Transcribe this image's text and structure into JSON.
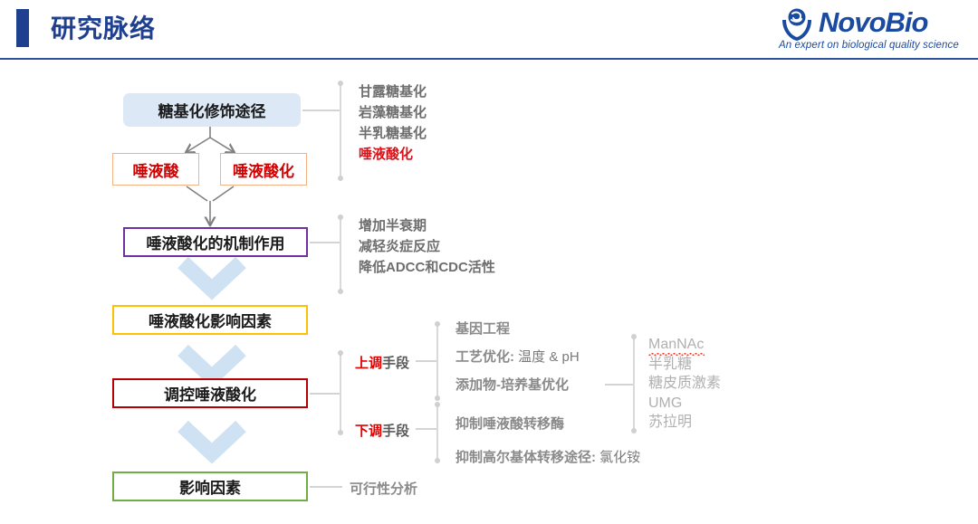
{
  "header": {
    "title": "研究脉络",
    "logo_word": "NovoBio",
    "logo_tagline": "An expert on biological quality science",
    "accent_color": "#1f3f8f"
  },
  "flow": {
    "boxes": [
      {
        "id": "glyco-pathway",
        "label": "糖基化修饰途径",
        "border_color": "none",
        "fill": "#dce8f5",
        "text_color": "#1a1a1a"
      },
      {
        "id": "sialic-acid",
        "label": "唾液酸",
        "border_color": "#f4b183",
        "fill": "#ffffff",
        "text_color": "#d00000"
      },
      {
        "id": "sialylation",
        "label": "唾液酸化",
        "border_color": "#f4b183",
        "fill": "#ffffff",
        "text_color": "#d00000"
      },
      {
        "id": "mechanism",
        "label": "唾液酸化的机制作用",
        "border_color": "#7030a0",
        "fill": "#ffffff",
        "text_color": "#1a1a1a"
      },
      {
        "id": "factors",
        "label": "唾液酸化影响因素",
        "border_color": "#ffc000",
        "fill": "#ffffff",
        "text_color": "#1a1a1a"
      },
      {
        "id": "regulation",
        "label": "调控唾液酸化",
        "border_color": "#b40000",
        "fill": "#ffffff",
        "text_color": "#1a1a1a"
      },
      {
        "id": "influence",
        "label": "影响因素",
        "border_color": "#70ad47",
        "fill": "#ffffff",
        "text_color": "#1a1a1a"
      }
    ]
  },
  "lists": {
    "glyco_types": [
      {
        "text": "甘露糖基化",
        "color": "gray"
      },
      {
        "text": "岩藻糖基化",
        "color": "gray"
      },
      {
        "text": "半乳糖基化",
        "color": "gray"
      },
      {
        "text": "唾液酸化",
        "color": "red"
      }
    ],
    "mechanism_effects": [
      {
        "text": "增加半衰期",
        "color": "gray"
      },
      {
        "text": "减轻炎症反应",
        "color": "gray"
      },
      {
        "text": "降低ADCC和CDC活性",
        "color": "gray"
      }
    ],
    "additives": [
      {
        "text": "ManNAc",
        "spellcheck_underline": true
      },
      {
        "text": "半乳糖",
        "spellcheck_underline": false
      },
      {
        "text": "糖皮质激素",
        "spellcheck_underline": false
      },
      {
        "text": "UMG",
        "spellcheck_underline": false
      },
      {
        "text": "苏拉明",
        "spellcheck_underline": false
      }
    ]
  },
  "branches": {
    "upregulate": {
      "label_highlight": "上调",
      "label_rest": "手段",
      "items": [
        {
          "strong": "基因工程",
          "tail": ""
        },
        {
          "strong": "工艺优化:",
          "tail": " 温度 & pH"
        },
        {
          "strong": "添加物-培养基优化",
          "tail": ""
        }
      ]
    },
    "downregulate": {
      "label_highlight": "下调",
      "label_rest": "手段",
      "items": [
        {
          "strong": "抑制唾液酸转移酶",
          "tail": ""
        },
        {
          "strong": "抑制高尔基体转移途径:",
          "tail": " 氯化铵"
        }
      ]
    },
    "influence_note": "可行性分析"
  }
}
